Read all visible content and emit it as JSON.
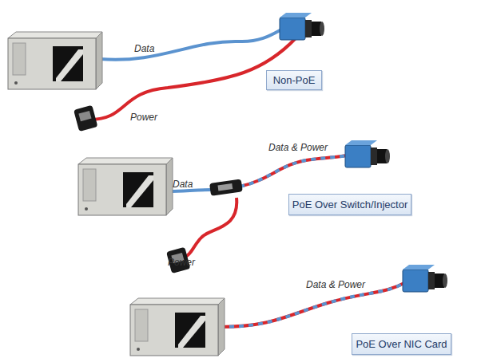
{
  "diagram": {
    "nodes": [
      {
        "text": [
          "Non-PoE"
        ]
      },
      {
        "text": [
          "PoE Over Switch/Injector"
        ]
      },
      {
        "text": [
          "PoE Over NIC Card"
        ]
      }
    ],
    "labels": [
      "Data",
      "Power",
      "Data & Power",
      "Data",
      "Power",
      "Data & Power"
    ]
  }
}
